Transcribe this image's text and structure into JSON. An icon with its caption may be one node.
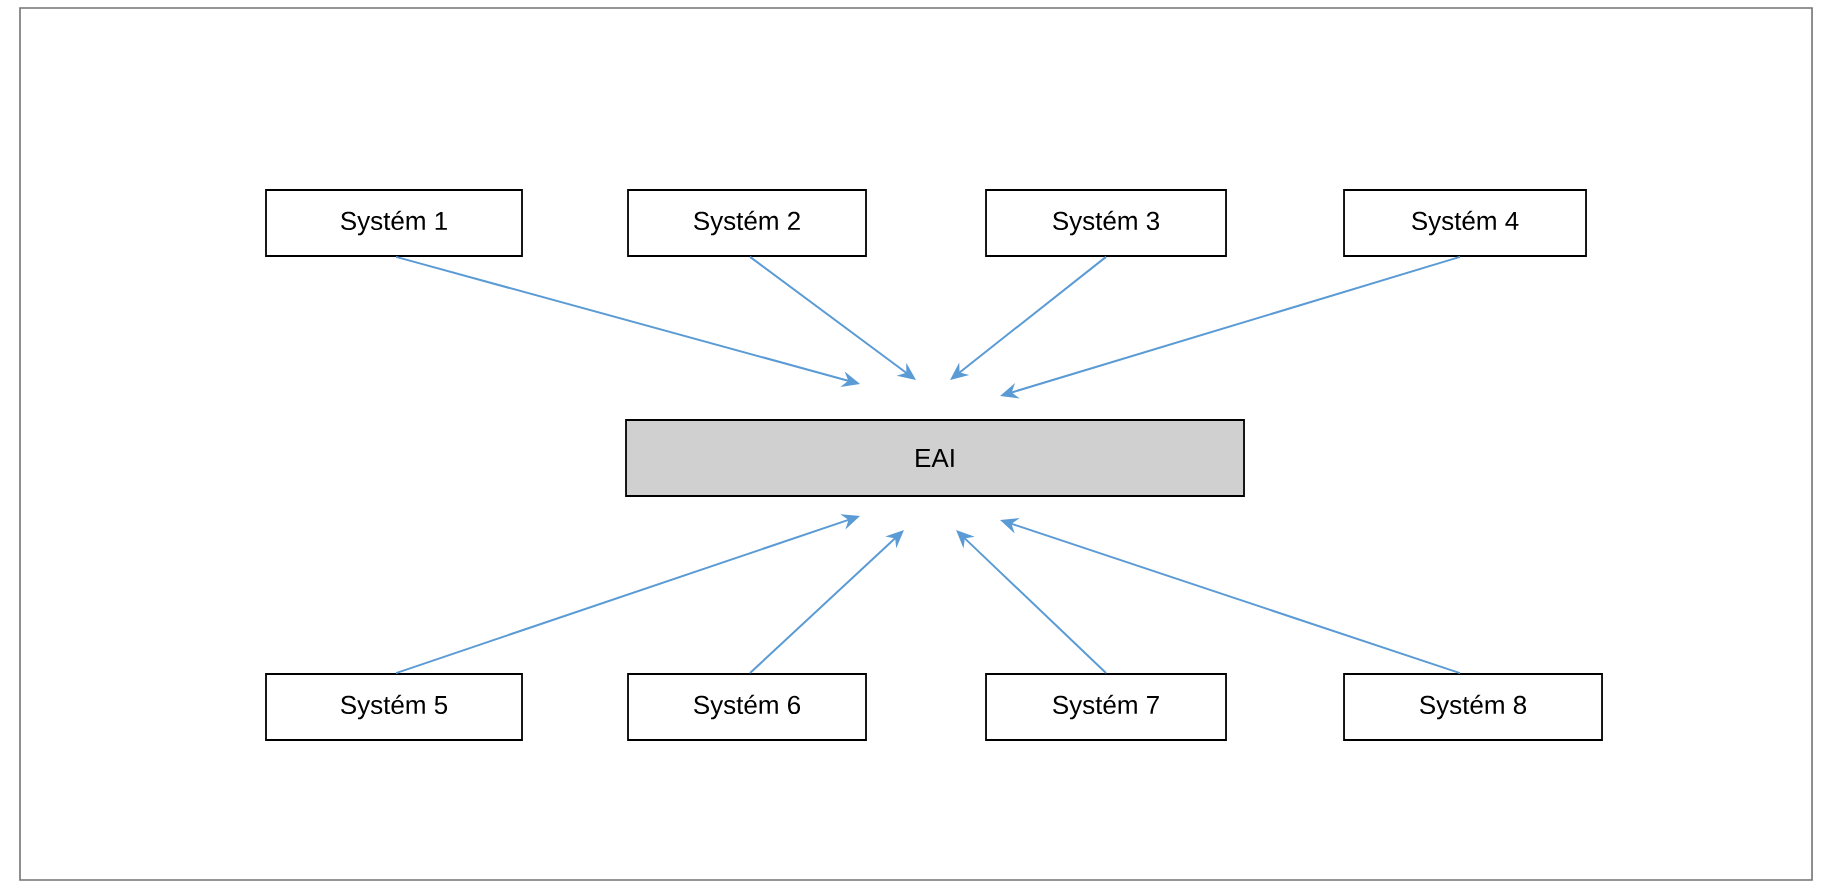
{
  "diagram": {
    "nodes": [
      {
        "text": [
          "Systém 1"
        ]
      },
      {
        "text": [
          "Systém 2"
        ]
      },
      {
        "text": [
          "Systém 3"
        ]
      },
      {
        "text": [
          "Systém 4"
        ]
      },
      {
        "text": [
          "EAI"
        ]
      },
      {
        "text": [
          "Systém 5"
        ]
      },
      {
        "text": [
          "Systém 6"
        ]
      },
      {
        "text": [
          "Systém 7"
        ]
      },
      {
        "text": [
          "Systém 8"
        ]
      }
    ],
    "edges": [
      {
        "from": 0,
        "to": 4,
        "arrow": "to"
      },
      {
        "from": 1,
        "to": 4,
        "arrow": "to"
      },
      {
        "from": 2,
        "to": 4,
        "arrow": "to"
      },
      {
        "from": 3,
        "to": 4,
        "arrow": "to"
      },
      {
        "from": 5,
        "to": 4,
        "arrow": "to"
      },
      {
        "from": 6,
        "to": 4,
        "arrow": "to"
      },
      {
        "from": 7,
        "to": 4,
        "arrow": "to"
      },
      {
        "from": 8,
        "to": 4,
        "arrow": "to"
      }
    ]
  }
}
